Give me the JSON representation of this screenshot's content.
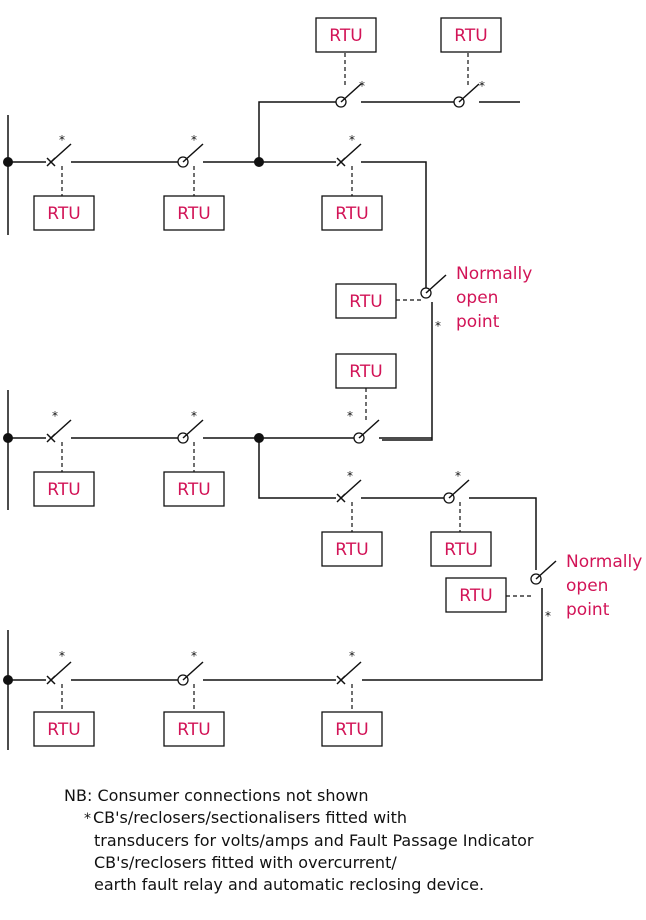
{
  "rtu_label": "RTU",
  "normally_open_label": [
    "Normally",
    "open",
    "point"
  ],
  "star_symbol": "*",
  "notes": {
    "nb_prefix": "NB:",
    "nb_text": "Consumer connections not shown",
    "star_line1": "CB's/reclosers/sectionalisers fitted with",
    "star_line2": "transducers for volts/amps and Fault Passage Indicator",
    "line3": "CB's/reclosers fitted with overcurrent/",
    "line4": "earth fault relay and automatic reclosing device."
  },
  "colors": {
    "label": "#d21457",
    "line": "#111111"
  }
}
